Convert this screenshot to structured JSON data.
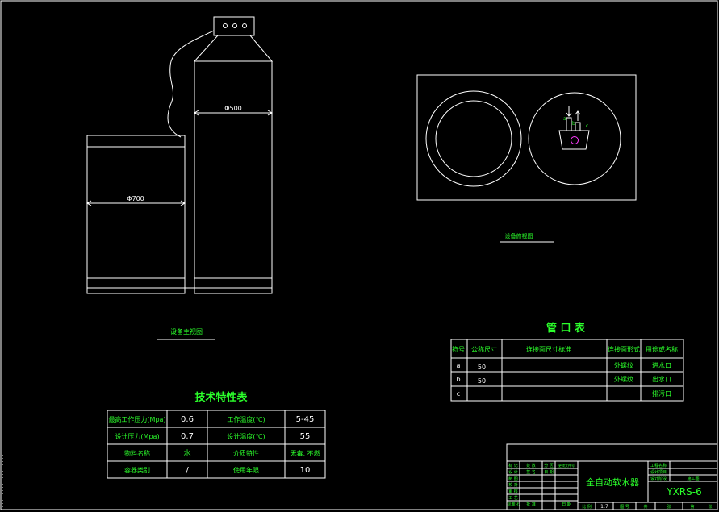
{
  "colors": {
    "background": "#000000",
    "line": "#ffffff",
    "text": "#2bff2b",
    "accent": "#ff3bff"
  },
  "front_view": {
    "dim_tall": "Φ500",
    "dim_short": "Φ700",
    "caption": "设备主视图"
  },
  "top_view": {
    "caption": "设备俯视图",
    "labels": {
      "a": "a",
      "b": "b",
      "c": "c"
    }
  },
  "pipe_table": {
    "title": "管 口 表",
    "headers": [
      "符号",
      "公称尺寸",
      "连接面尺寸标准",
      "连接面形式",
      "用途或名称"
    ],
    "rows": [
      [
        "a",
        "50",
        "",
        "外螺纹",
        "进水口"
      ],
      [
        "b",
        "50",
        "",
        "外螺纹",
        "出水口"
      ],
      [
        "c",
        "",
        "",
        "",
        "排污口"
      ]
    ]
  },
  "tech_table": {
    "title": "技术特性表",
    "rows": [
      [
        "最高工作压力(Mpa)",
        "0.6",
        "工作温度(℃)",
        "5-45"
      ],
      [
        "设计压力(Mpa)",
        "0.7",
        "设计温度(℃)",
        "55"
      ],
      [
        "物料名称",
        "水",
        "介质特性",
        "无毒, 不燃"
      ],
      [
        "容器类别",
        "/",
        "使用年限",
        "10"
      ]
    ]
  },
  "title_block": {
    "product_name": "全自动软水器",
    "model": "YXRS-6",
    "scale": "1:7",
    "left_labels": [
      "设 计",
      "制 图",
      "校 对",
      "审 核",
      "工 艺",
      "标准化",
      "批 准",
      "日 期"
    ],
    "header_labels": [
      "标 记",
      "处 数",
      "分 区",
      "更改文件号",
      "签 名",
      "日 期"
    ],
    "right_labels": [
      "工程名称",
      "设计项目",
      "设计阶段"
    ],
    "stage": "施工图",
    "bottom_labels": [
      "比 例",
      "图 号",
      "共",
      "张",
      "第",
      "张"
    ]
  }
}
